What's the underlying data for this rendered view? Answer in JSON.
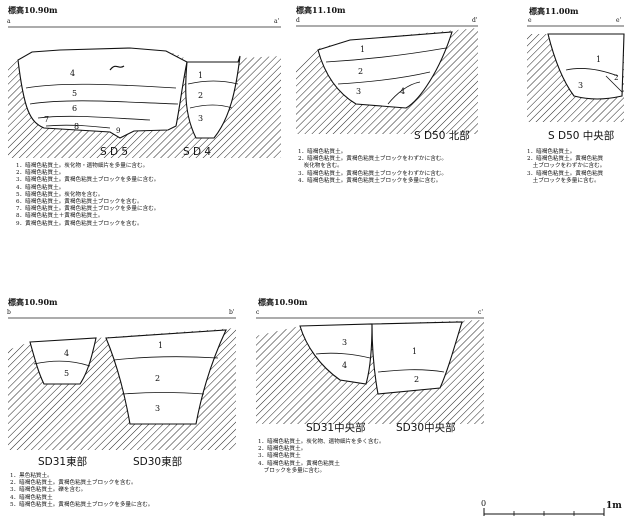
{
  "sections": {
    "a": {
      "elevation": "標高10.90m",
      "ends": [
        "a",
        "a'"
      ],
      "captions": [
        "S D 5",
        "S D 4"
      ],
      "layers": [
        "4",
        "5",
        "6",
        "7",
        "8",
        "9",
        "1",
        "2",
        "3"
      ],
      "notes": [
        "1．暗褐色粘質土。炭化物・遺物細片を多量に含む。",
        "2．暗褐色粘質土。",
        "3．暗褐色粘質土。黄褐色粘質土ブロックを多量に含む。",
        "4．暗褐色粘質土。",
        "5．暗褐色粘質土。炭化物を含む。",
        "6．暗褐色粘質土。黄褐色粘質土ブロックを含む。",
        "7．暗褐色粘質土。黄褐色粘質土ブロックを多量に含む。",
        "8．暗褐色粘質土＋黄褐色粘質土。",
        "9．黄褐色粘質土。黄褐色粘質土ブロックを含む。"
      ]
    },
    "d": {
      "elevation": "標高11.10m",
      "ends": [
        "d",
        "d'"
      ],
      "caption": "S D50 北部",
      "layers": [
        "1",
        "2",
        "3",
        "4"
      ],
      "notes": [
        "1．暗褐色粘質土。",
        "2．暗褐色粘質土。黄褐色粘質土ブロックをわずかに含む。",
        "　炭化物を含む。",
        "3．暗褐色粘質土。黄褐色粘質土ブロックをわずかに含む。",
        "4．暗褐色粘質土。黄褐色粘質土ブロックを多量に含む。"
      ]
    },
    "e": {
      "elevation": "標高11.00m",
      "ends": [
        "e",
        "e'"
      ],
      "caption": "S D50 中央部",
      "layers": [
        "1",
        "2",
        "3"
      ],
      "notes": [
        "1．暗褐色粘質土。",
        "2．暗褐色粘質土。黄褐色粘質",
        "　土ブロックをわずかに含む。",
        "3．暗褐色粘質土。黄褐色粘質",
        "　土ブロックを多量に含む。"
      ]
    },
    "b": {
      "elevation": "標高10.90m",
      "ends": [
        "b",
        "b'"
      ],
      "captions": [
        "SD31東部",
        "SD30東部"
      ],
      "layers": [
        "4",
        "5",
        "1",
        "2",
        "3"
      ],
      "notes": [
        "1．黒色粘質土。",
        "2．暗褐色粘質土。黄褐色粘質土ブロックを含む。",
        "3．暗褐色粘質土。礫を含む。",
        "4．暗褐色粘質土",
        "5．暗褐色粘質土。黄褐色粘質土ブロックを多量に含む。"
      ]
    },
    "c": {
      "elevation": "標高10.90m",
      "ends": [
        "c",
        "c'"
      ],
      "captions": [
        "SD31中央部",
        "SD30中央部"
      ],
      "layers": [
        "3",
        "4",
        "1",
        "2"
      ],
      "notes": [
        "1．暗褐色粘質土。炭化物、遺物細片を多く含む。",
        "2．暗褐色粘質土。",
        "3．暗褐色粘質土",
        "4．暗褐色粘質土。黄褐色粘質土",
        "　ブロックを多量に含む。"
      ]
    }
  },
  "scale": {
    "start": "0",
    "end": "1m"
  }
}
